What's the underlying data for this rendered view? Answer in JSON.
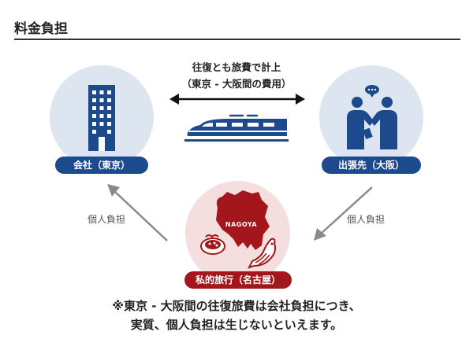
{
  "header": {
    "title": "料金負担"
  },
  "trip": {
    "caption_line1": "往復とも旅費で計上",
    "caption_line2": "（東京 - 大阪間の費用）"
  },
  "nodes": {
    "company": {
      "label": "会社（東京）"
    },
    "destination": {
      "label": "出張先（大阪）"
    },
    "private": {
      "label": "私的旅行（名古屋）",
      "map_label": "NAGOYA"
    }
  },
  "flows": {
    "left_label": "個人負担",
    "right_label": "個人負担"
  },
  "note": {
    "line1": "※東京 - 大阪間の往復旅費は会社負担につき、",
    "line2": "実質、個人負担は生じないといえます。"
  },
  "colors": {
    "blue_circle": "#dde5f0",
    "pink_circle": "#f5dede",
    "navy": "#1c4a8c",
    "red": "#a3161b",
    "arrow_gray": "#8a8a8a"
  }
}
